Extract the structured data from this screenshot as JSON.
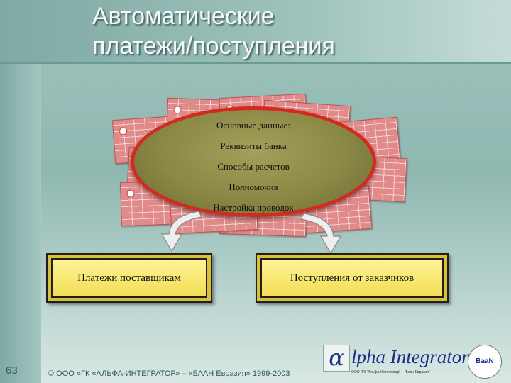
{
  "slide": {
    "title_line1": "Автоматические",
    "title_line2": "платежи/поступления",
    "page_number": "63",
    "footer": "© ООО «ГК «АЛЬФА-ИНТЕГРАТОР» – «БААН Евразия» 1999-2003"
  },
  "master_data": {
    "items": [
      "Основные данные:",
      "Реквизиты банка",
      "Способы расчетов",
      "Полномочия",
      "Настройка проводок"
    ]
  },
  "outputs": {
    "left": "Платежи поставщикам",
    "right": "Поступления от заказчиков"
  },
  "logo": {
    "alpha_glyph": "α",
    "name": "lpha Integrator",
    "sub": "ООО \"ГК \"Альфа-Интегратор\" – \"Баан Евразия\"",
    "seal": "BaaN"
  },
  "colors": {
    "background": "#9fc3bd",
    "oval_border": "#d42a1e",
    "box_fill": "#f2da4a",
    "cheque": "#e08a8a"
  }
}
